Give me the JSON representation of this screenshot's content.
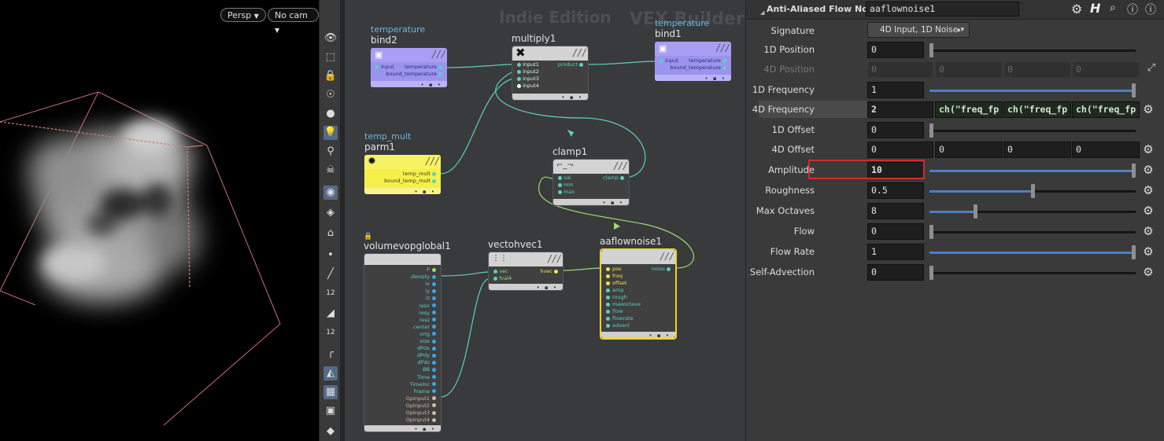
{
  "viewport": {
    "persp_label": "Persp",
    "cam_label": "No cam"
  },
  "toolbar": {
    "icons": [
      "eye-icon",
      "select-icon",
      "lock-icon",
      "ghost-icon",
      "sphere-icon",
      "light-icon",
      "camera-icon",
      "skull-icon",
      "display-icon",
      "wire-icon",
      "point-icon",
      "snap-icon",
      "num-icon",
      "brush-icon",
      "num-icon-2",
      "curve-icon",
      "shade-icon",
      "texture-icon",
      "grid-icon"
    ],
    "num_a": "12",
    "num_b": "12"
  },
  "network": {
    "watermark_edition": "Indie Edition",
    "watermark_builder": "VEX Builder",
    "nodes": {
      "bind2": {
        "context": "temperature",
        "name": "bind2",
        "inputs": [
          "input"
        ],
        "outputs": [
          "temperature",
          "bound_temperature"
        ]
      },
      "multiply1": {
        "name": "multiply1",
        "inputs": [
          "input1",
          "input2",
          "input3",
          "input4"
        ],
        "outputs": [
          "product"
        ]
      },
      "bind1": {
        "context": "temperature",
        "name": "bind1",
        "inputs": [
          "input"
        ],
        "outputs": [
          "temperature",
          "bound_temperature"
        ]
      },
      "parm1": {
        "context": "temp_mult",
        "name": "parm1",
        "outputs": [
          "temp_mult",
          "bound_temp_mult"
        ]
      },
      "clamp1": {
        "name": "clamp1",
        "inputs": [
          "val",
          "min",
          "max"
        ],
        "outputs": [
          "clamp"
        ]
      },
      "volumevopglobal1": {
        "name": "volumevopglobal1",
        "outputs": [
          "P",
          "density",
          "ix",
          "iy",
          "iz",
          "resx",
          "resy",
          "resz",
          "center",
          "orig",
          "size",
          "dPdx",
          "dPdy",
          "dPdz",
          "BB",
          "Time",
          "TimeInc",
          "Frame",
          "OpInput1",
          "OpInput2",
          "OpInput3",
          "OpInput4"
        ]
      },
      "vectohvec1": {
        "name": "vectohvec1",
        "inputs": [
          "vec",
          "fval4"
        ],
        "outputs": [
          "hvec"
        ]
      },
      "aaflownoise1": {
        "name": "aaflownoise1",
        "inputs": [
          "pos",
          "freq",
          "offset",
          "amp",
          "rough",
          "maxoctave",
          "flow",
          "flowrate",
          "advect"
        ],
        "outputs": [
          "noise"
        ]
      }
    }
  },
  "params": {
    "header": {
      "type_label": "Anti-Aliased Flow Noise",
      "node_name": "aaflownoise1"
    },
    "signature": {
      "label": "Signature",
      "value": "4D Input, 1D Noise"
    },
    "rows": [
      {
        "label": "1D Position",
        "value": "0"
      },
      {
        "label": "4D Position",
        "values": [
          "0",
          "0",
          "0",
          "0"
        ]
      },
      {
        "label": "1D Frequency",
        "value": "1"
      },
      {
        "label": "4D Frequency",
        "values": [
          "2",
          "ch(\"freq_fp",
          "ch(\"freq_fp",
          "ch(\"freq_fp"
        ]
      },
      {
        "label": "1D Offset",
        "value": "0"
      },
      {
        "label": "4D Offset",
        "values": [
          "0",
          "0",
          "0",
          "0"
        ]
      },
      {
        "label": "Amplitude",
        "value": "10"
      },
      {
        "label": "Roughness",
        "value": "0.5"
      },
      {
        "label": "Max Octaves",
        "value": "8"
      },
      {
        "label": "Flow",
        "value": "0"
      },
      {
        "label": "Flow Rate",
        "value": "1"
      },
      {
        "label": "Self-Advection",
        "value": "0"
      }
    ],
    "levels": {
      "position_1d": 0.0,
      "frequency_1d": 1.0,
      "offset_1d": 0.0,
      "amplitude": 1.0,
      "roughness": 0.5,
      "max_octaves": 0.22,
      "flow": 0.0,
      "flow_rate": 1.0,
      "self_advection": 0.0
    },
    "colors": {
      "highlight_box": "#d42a2a",
      "slider_fill": "#4d7fc0",
      "bind_node": "#9b93ee",
      "parm_node": "#f5ef4a",
      "selected_outline": "#f2d22b"
    }
  }
}
